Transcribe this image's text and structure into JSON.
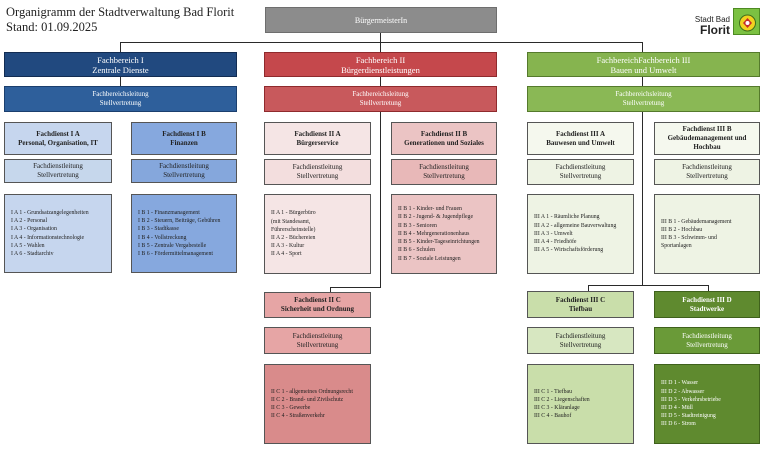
{
  "title": {
    "line1": "Organigramm der Stadtverwaltung Bad Florit",
    "line2": "Stand: 01.09.2025"
  },
  "logo": {
    "line1": "Stadt Bad",
    "line2": "Florit",
    "icon": "city-crest-icon"
  },
  "mayor": "BürgermeisterIn",
  "areas": [
    {
      "name_line1": "Fachbereich I",
      "name_line2": "Zentrale Dienste",
      "lead_line1": "Fachbereichsleitung",
      "lead_line2": "Stellvertretung",
      "color": "#21497f",
      "services": [
        {
          "name_line1": "Fachdienst I A",
          "name_line2": "Personal, Organisation, IT",
          "lead_line1": "Fachdienstleitung",
          "lead_line2": "Stellvertretung",
          "items": [
            "I A 1 - Grundsatzangelegenheiten",
            "I A 2 - Personal",
            "I A 3 - Organisation",
            "I A 4 - Informationstechnologie",
            "I A 5 - Wahlen",
            "I A 6 - Stadtarchiv"
          ]
        },
        {
          "name_line1": "Fachdienst I B",
          "name_line2": "Finanzen",
          "lead_line1": "Fachdienstleitung",
          "lead_line2": "Stellvertretung",
          "items": [
            "I B 1 - Finanzmanagement",
            "I B 2 - Steuern, Beiträge, Gebühren",
            "I B 3 - Stadtkasse",
            "I B 4 - Vollstreckung",
            "I B 5 - Zentrale Vergabestelle",
            "I B 6 - Fördermittelmanagement"
          ]
        }
      ]
    },
    {
      "name_line1": "Fachbereich II",
      "name_line2": "Bürgerdienstleistungen",
      "lead_line1": "Fachbereichsleitung",
      "lead_line2": "Stellvertretung",
      "color": "#c5484c",
      "services": [
        {
          "name_line1": "Fachdienst II A",
          "name_line2": "Bürgerservice",
          "lead_line1": "Fachdienstleitung",
          "lead_line2": "Stellvertretung",
          "items": [
            "II A 1 - Bürgerbüro",
            "(mit Standesamt,",
            "Führerscheinstelle)",
            "II A 2 - Büchereien",
            "II A 3 - Kultur",
            "II A 4 - Sport"
          ]
        },
        {
          "name_line1": "Fachdienst II B",
          "name_line2": "Generationen und Soziales",
          "lead_line1": "Fachdienstleitung",
          "lead_line2": "Stellvertretung",
          "items": [
            "II B 1 - Kinder- und Frauen",
            "II B 2 - Jugend- & Jugendpflege",
            "II B 3 - Senioren",
            "II B 4 - Mehrgenerationenhaus",
            "II B 5 - Kinder-Tageseinrichtungen",
            "II B 6 - Schulen",
            "II B 7 - Soziale Leistungen"
          ]
        },
        {
          "name_line1": "Fachdienst II C",
          "name_line2": "Sicherheit und Ordnung",
          "lead_line1": "Fachdienstleitung",
          "lead_line2": "Stellvertretung",
          "items": [
            "II C 1 - allgemeines Ordnungsrecht",
            "II C 2 - Brand- und Zivilschutz",
            "II C 3 - Gewerbe",
            "II C 4 - Straßenverkehr"
          ]
        }
      ]
    },
    {
      "name_line1": "FachbereichFachbereich III",
      "name_line2": "Bauen und Umwelt",
      "lead_line1": "Fachbereichsleitung",
      "lead_line2": "Stellvertretung",
      "color": "#86b44f",
      "services": [
        {
          "name_line1": "Fachdienst III A",
          "name_line2": "Bauwesen und Umwelt",
          "lead_line1": "Fachdienstleitung",
          "lead_line2": "Stellvertretung",
          "items": [
            "III A 1 - Räumliche Planung",
            "III A 2 - allgemeine Bauverwaltung",
            "III A 3 - Umwelt",
            "III A 4 - Friedhöfe",
            "III A 5 - Wirtschaftsförderung"
          ]
        },
        {
          "name_line1": "Fachdienst III B",
          "name_line2": "Gebäudemanagement und",
          "name_line3": "Hochbau",
          "lead_line1": "Fachdienstleitung",
          "lead_line2": "Stellvertretung",
          "items": [
            "III B 1 - Gebäudemanagement",
            "III B 2 - Hochbau",
            "III B 3 - Schwimm- und",
            "Sportanlagen"
          ]
        },
        {
          "name_line1": "Fachdienst III C",
          "name_line2": "Tiefbau",
          "lead_line1": "Fachdienstleitung",
          "lead_line2": "Stellvertretung",
          "items": [
            "III C 1 - Tiefbau",
            "III C 2 - Liegenschaften",
            "III C 3 - Kläranlage",
            "III C 4 - Bauhof"
          ]
        },
        {
          "name_line1": "Fachdienst III D",
          "name_line2": "Stadtwerke",
          "lead_line1": "Fachdienstleitung",
          "lead_line2": "Stellvertretung",
          "items": [
            "III D 1 - Wasser",
            "III D 2 - Abwasser",
            "III D 3 - Verkehrsbetriebe",
            "III D 4 - Müll",
            "III D 5 - Stadtreinigung",
            "III D 6 - Strom"
          ]
        }
      ]
    }
  ]
}
